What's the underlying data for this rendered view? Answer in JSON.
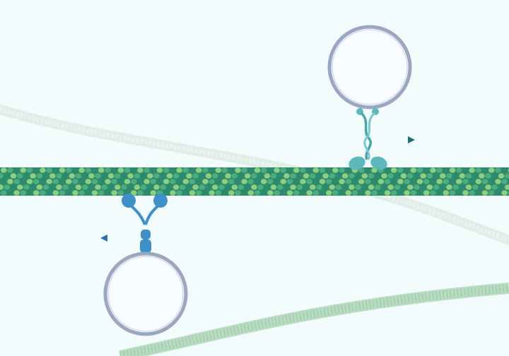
{
  "colors": {
    "background": "#f3fcfd",
    "filament_dark": "#2e8a6c",
    "filament_mid": "#4cae7e",
    "filament_light": "#8ccf7e",
    "faint_filament": "#dcebe4",
    "lower_filament": "#a9d3b4",
    "vesicle_fill": "#f8fbff",
    "vesicle_ring": "#9aa7c0",
    "motor_teal": "#5fb7be",
    "motor_blue": "#3f8fc9",
    "arrow_teal": "#1f6e73",
    "arrow_blue": "#2a6fb0"
  },
  "elements": {
    "upper_motor": {
      "kind": "motor-protein",
      "direction": "right",
      "carrying": "vesicle"
    },
    "lower_motor": {
      "kind": "motor-protein",
      "direction": "left",
      "carrying": "vesicle"
    }
  }
}
